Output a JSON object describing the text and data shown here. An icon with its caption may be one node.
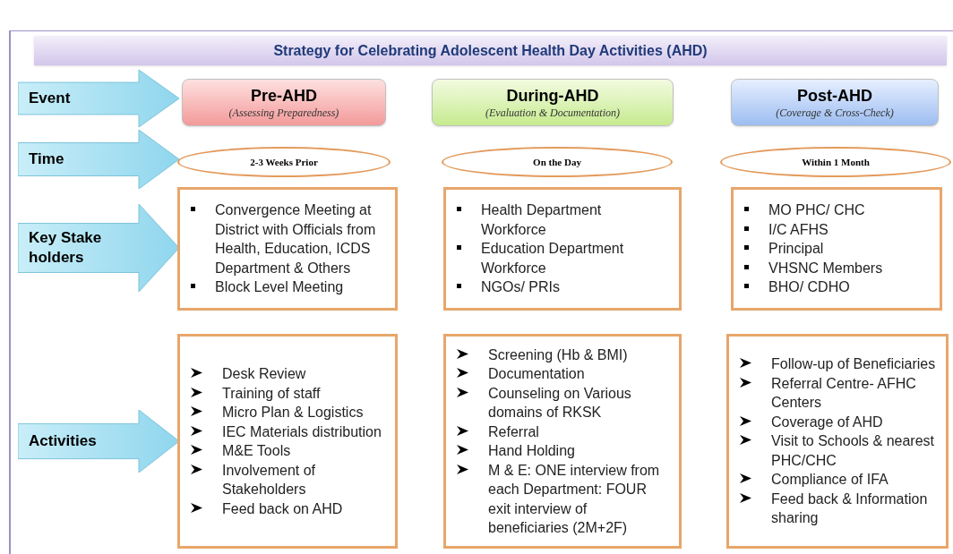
{
  "diagram": {
    "title": "Strategy for Celebrating Adolescent Health Day Activities (AHD)",
    "nodes": [
      {
        "text": [
          "Event"
        ]
      },
      {
        "text": [
          "Pre-AHD",
          "(Assessing Preparedness)"
        ]
      },
      {
        "text": [
          "During-AHD",
          "(Evaluation & Documentation)"
        ]
      },
      {
        "text": [
          "Post-AHD",
          "(Coverage & Cross-Check)"
        ]
      },
      {
        "text": [
          "Time"
        ]
      },
      {
        "text": [
          "2-3 Weeks Prior"
        ]
      },
      {
        "text": [
          "On the Day"
        ]
      },
      {
        "text": [
          "Within 1 Month"
        ]
      },
      {
        "text": [
          "Key Stake holders"
        ]
      },
      {
        "text": [
          "Convergence Meeting at District with Officials from Health, Education, ICDS Department & Others",
          "Block Level Meeting"
        ]
      },
      {
        "text": [
          "Health Department Workforce",
          "Education Department Workforce",
          "NGOs/ PRIs"
        ]
      },
      {
        "text": [
          "MO PHC/ CHC",
          "I/C AFHS",
          "Principal",
          "VHSNC Members",
          "BHO/ CDHO"
        ]
      },
      {
        "text": [
          "Activities"
        ]
      },
      {
        "text": [
          "Desk Review",
          "Training of staff",
          "Micro Plan & Logistics",
          "IEC Materials distribution",
          "M&E Tools",
          "Involvement of Stakeholders",
          "Feed back on AHD"
        ]
      },
      {
        "text": [
          "Screening (Hb & BMI)",
          "Documentation",
          "Counseling on Various domains of RKSK",
          "Referral",
          "Hand Holding",
          "M & E: ONE interview from each Department: FOUR exit interview of beneficiaries (2M+2F)"
        ]
      },
      {
        "text": [
          "Follow-up of Beneficiaries",
          "Referral Centre- AFHC Centers",
          "Coverage of AHD",
          "Visit to Schools & nearest PHC/CHC",
          "Compliance of IFA",
          "Feed back & Information sharing"
        ]
      }
    ]
  }
}
